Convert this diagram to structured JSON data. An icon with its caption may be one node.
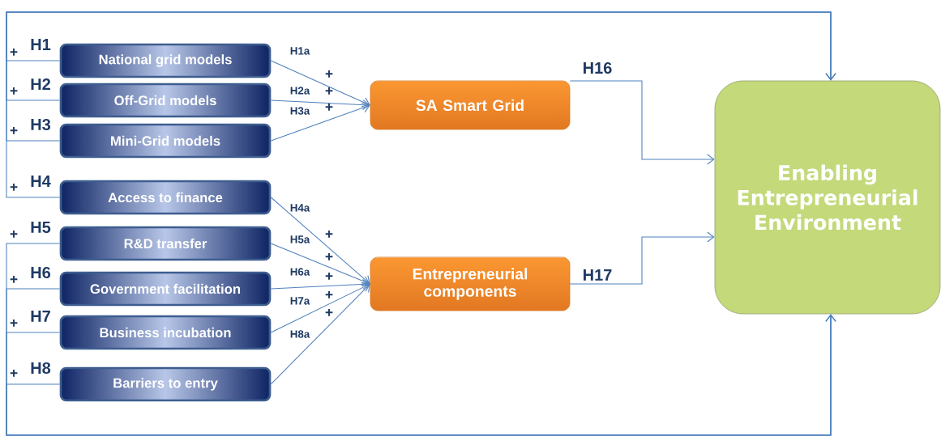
{
  "diagram": {
    "nodes": [
      {
        "text": [
          "National grid models"
        ]
      },
      {
        "text": [
          "Off-Grid  models"
        ]
      },
      {
        "text": [
          "Mini-Grid models"
        ]
      },
      {
        "text": [
          "Access  to finance"
        ]
      },
      {
        "text": [
          "R&D  transfer"
        ]
      },
      {
        "text": [
          "Government facilitation"
        ]
      },
      {
        "text": [
          "Business  incubation"
        ]
      },
      {
        "text": [
          "Barriers to entry"
        ]
      },
      {
        "text": [
          "SA Smart Grid"
        ]
      },
      {
        "text": [
          "Entrepreneurial components"
        ]
      },
      {
        "text": [
          "Enabling Entrepreneurial Environment"
        ]
      }
    ],
    "edges": [
      {
        "from": 0,
        "to": 8,
        "arrow": "to",
        "label": "H1a"
      },
      {
        "from": 1,
        "to": 8,
        "arrow": "to",
        "label": "H2a"
      },
      {
        "from": 2,
        "to": 8,
        "arrow": "to",
        "label": "H3a"
      },
      {
        "from": 3,
        "to": 9,
        "arrow": "to",
        "label": "H4a"
      },
      {
        "from": 4,
        "to": 9,
        "arrow": "to",
        "label": "H5a"
      },
      {
        "from": 5,
        "to": 9,
        "arrow": "to",
        "label": "H6a"
      },
      {
        "from": 6,
        "to": 9,
        "arrow": "to",
        "label": "H7a"
      },
      {
        "from": 7,
        "to": 9,
        "arrow": "to",
        "label": "H8a"
      },
      {
        "from": 8,
        "to": 10,
        "arrow": "to",
        "label": "H16"
      },
      {
        "from": 9,
        "to": 10,
        "arrow": "to",
        "label": "H17"
      },
      {
        "from": 0,
        "to": 10,
        "arrow": "to",
        "label": "H1"
      },
      {
        "from": 1,
        "to": 10,
        "arrow": "to",
        "label": "H2"
      },
      {
        "from": 2,
        "to": 10,
        "arrow": "to",
        "label": "H3"
      },
      {
        "from": 3,
        "to": 10,
        "arrow": "to",
        "label": "H4"
      },
      {
        "from": 4,
        "to": 10,
        "arrow": "to",
        "label": "H5"
      },
      {
        "from": 5,
        "to": 10,
        "arrow": "to",
        "label": "H6"
      },
      {
        "from": 6,
        "to": 10,
        "arrow": "to",
        "label": "H7"
      },
      {
        "from": 7,
        "to": 10,
        "arrow": "to",
        "label": "H8"
      }
    ],
    "labels": [
      "+",
      "+",
      "+",
      "+",
      "+",
      "+",
      "+",
      "+",
      "+",
      "+",
      "+",
      "+",
      "+",
      "+",
      "+",
      "+"
    ]
  }
}
